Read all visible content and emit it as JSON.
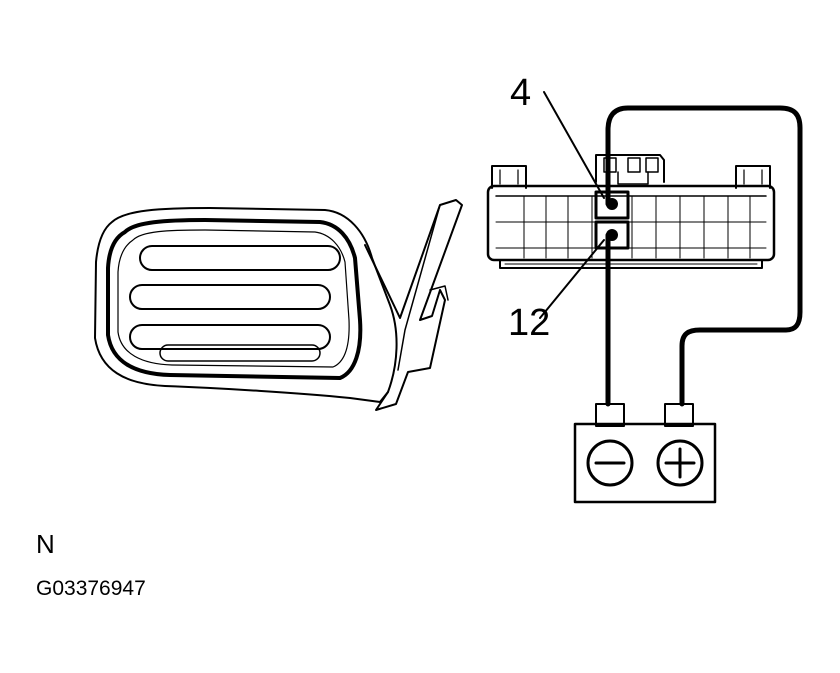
{
  "labels": {
    "pin_top": "4",
    "pin_bottom": "12",
    "view": "N",
    "figure_code": "G03376947"
  },
  "battery": {
    "negative_symbol": "−",
    "positive_symbol": "+"
  },
  "colors": {
    "line": "#000000",
    "background": "#ffffff"
  }
}
